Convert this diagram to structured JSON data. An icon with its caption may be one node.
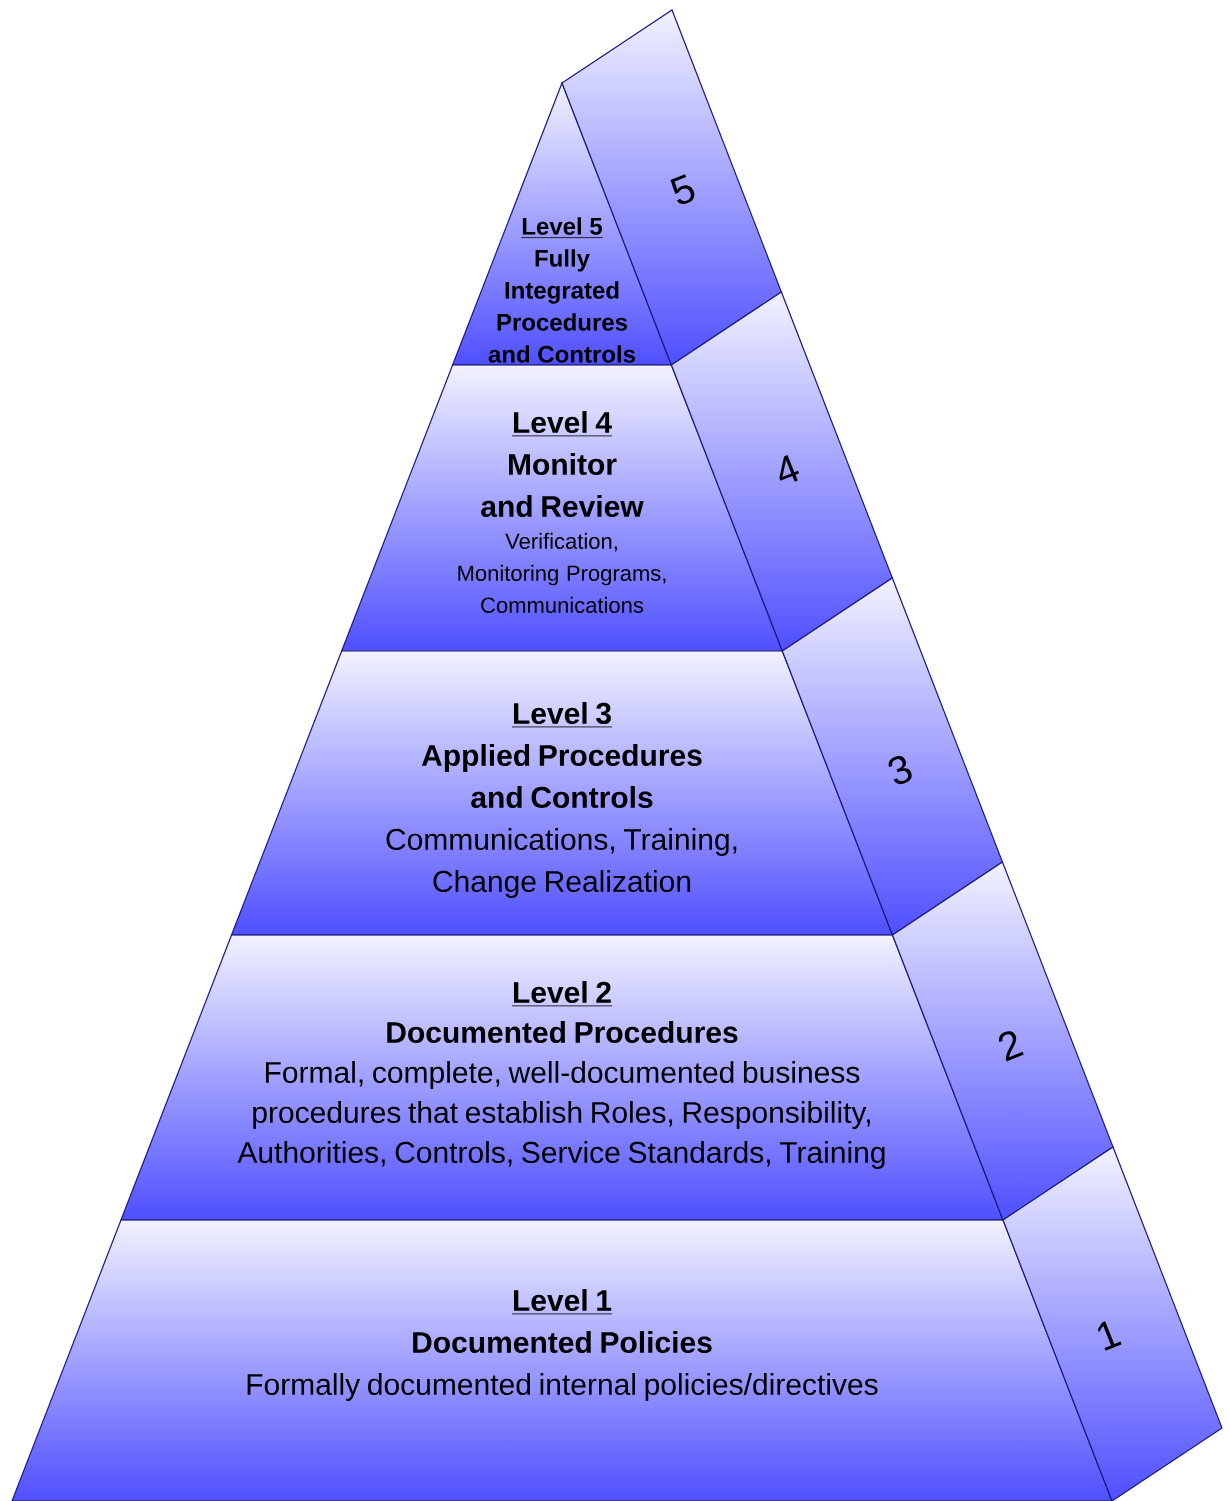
{
  "diagram": {
    "nodes": [
      {
        "text": [
          "Level 5",
          "Fully Integrated Procedures and Controls"
        ]
      },
      {
        "text": [
          "Level 4",
          "Monitor and Review",
          "Verification, Monitoring Programs, Communications"
        ]
      },
      {
        "text": [
          "Level 3",
          "Applied Procedures and Controls",
          "Communications, Training, Change Realization"
        ]
      },
      {
        "text": [
          "Level 2",
          "Documented Procedures",
          "Formal, complete, well-documented business procedures that establish Roles, Responsibility, Authorities, Controls, Service Standards, Training"
        ]
      },
      {
        "text": [
          "Level 1",
          "Documented Policies",
          "Formally documented internal policies/directives"
        ]
      },
      {
        "text": [
          "5"
        ]
      },
      {
        "text": [
          "4"
        ]
      },
      {
        "text": [
          "3"
        ]
      },
      {
        "text": [
          "2"
        ]
      },
      {
        "text": [
          "1"
        ]
      }
    ]
  }
}
